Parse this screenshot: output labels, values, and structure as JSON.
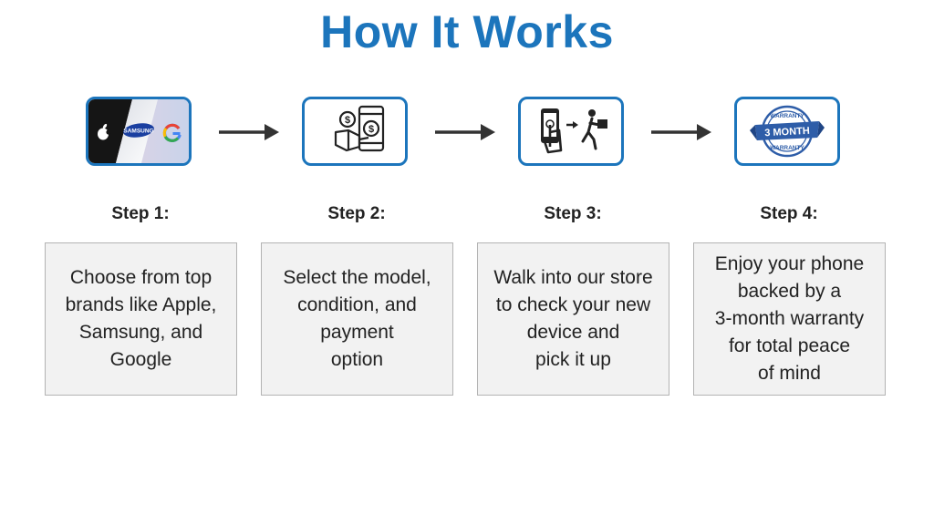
{
  "title": "How It Works",
  "colors": {
    "accent": "#1c75bc",
    "box_fill": "#f2f2f2",
    "arrow": "#333333"
  },
  "steps": [
    {
      "label": "Step 1:",
      "icon": "brand-logos-icon",
      "icon_text": "SAMSUNG",
      "text": "Choose from top\nbrands like Apple,\nSamsung, and\nGoogle"
    },
    {
      "label": "Step 2:",
      "icon": "phone-payment-icon",
      "text": "Select the model,\ncondition, and\npayment\noption"
    },
    {
      "label": "Step 3:",
      "icon": "tap-and-pickup-icon",
      "text": "Walk into our store\nto check your new\ndevice and\npick it up"
    },
    {
      "label": "Step 4:",
      "icon": "warranty-stamp-icon",
      "icon_text": {
        "top": "WARRANTY",
        "middle": "3 MONTH",
        "bottom": "WARRANTY"
      },
      "text": "Enjoy your phone\nbacked by a\n3-month warranty\nfor total peace\nof mind"
    }
  ]
}
